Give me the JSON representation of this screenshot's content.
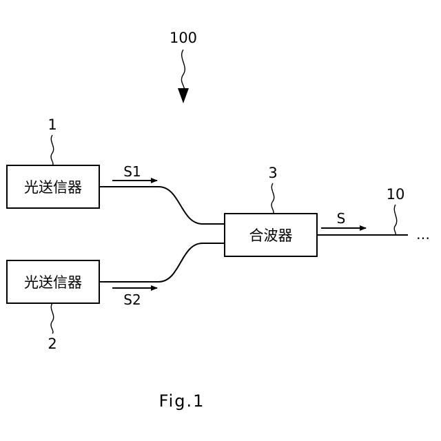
{
  "system": {
    "ref": "100"
  },
  "transmitter_1": {
    "label": "光送信器",
    "ref": "1"
  },
  "transmitter_2": {
    "label": "光送信器",
    "ref": "2"
  },
  "combiner": {
    "label": "合波器",
    "ref": "3"
  },
  "fiber": {
    "ref": "10",
    "continuation": "…"
  },
  "signals": {
    "s1": "S1",
    "s2": "S2",
    "s": "S"
  },
  "caption": "Fig.1"
}
